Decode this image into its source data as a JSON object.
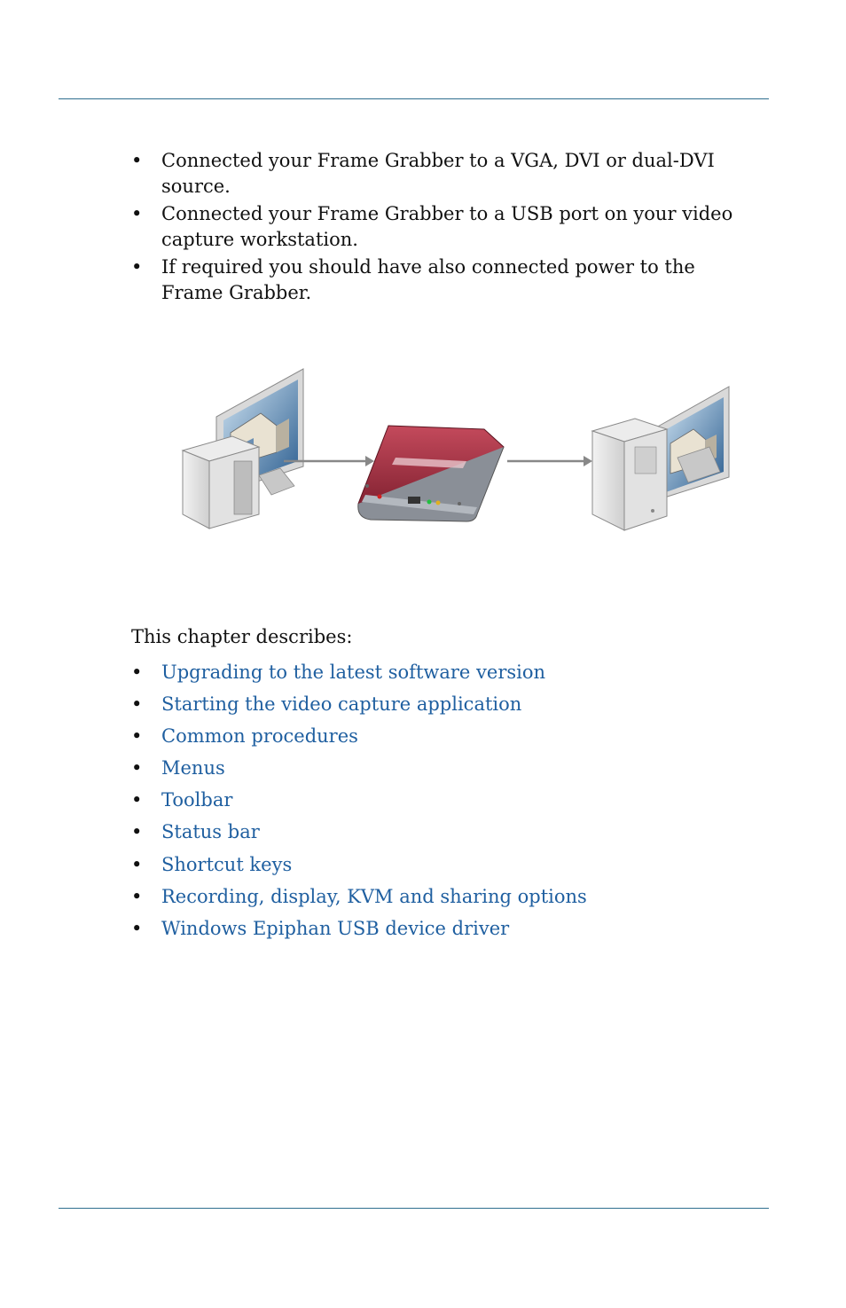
{
  "bullets": [
    "Connected your Frame Grabber to a VGA, DVI or dual-DVI source.",
    "Connected your Frame Grabber to a USB port on your video capture workstation.",
    "If required you should have also connected power to the Frame Grabber."
  ],
  "bullet_glyph": "•",
  "intro": "This chapter describes:",
  "links": [
    "Upgrading to the latest software version",
    "Starting the video capture application",
    "Common procedures",
    "Menus",
    "Toolbar",
    "Status bar",
    "Shortcut keys",
    "Recording, display, KVM and sharing options",
    "Windows Epiphan USB device driver"
  ],
  "colors": {
    "rule": "#2f6f8f",
    "link": "#1f5fa0",
    "device": "#9e2a3c"
  }
}
